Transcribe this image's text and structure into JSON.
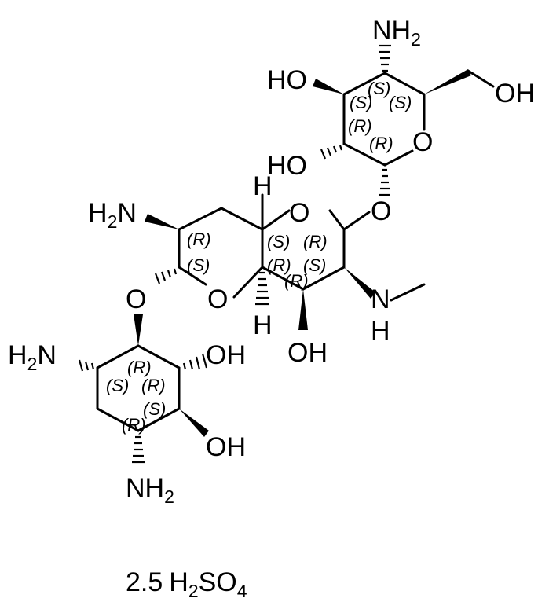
{
  "atoms": {
    "nh2_top": "NH2",
    "oh_c4": "HO",
    "oh_c6": "OH",
    "o_ring_a": "O",
    "oh_c2": "HO",
    "o_link_ab": "O",
    "h_top": "H",
    "o_ring_b": "O",
    "nh2_left": "H2N",
    "o_ring_b2": "O",
    "o_link_bc": "O",
    "h_bottom": "H",
    "nh_methyl": "N",
    "nh_h": "H",
    "oh_mid": "OH",
    "nh2_lower_left": "H2N",
    "oh_c_upper": "OH",
    "oh_c_lower": "OH",
    "nh2_bottom": "NH2"
  },
  "stereo": {
    "a1": "(S)",
    "a2": "(S)",
    "a3": "(S)",
    "a4": "(R)",
    "a5": "(R)",
    "b1": "(R)",
    "b2": "(S)",
    "b3": "(S)",
    "b4": "(R)",
    "b5": "(R)",
    "b6": "(S)",
    "b7": "(R)",
    "c1": "(R)",
    "c2": "(S)",
    "c3": "(R)",
    "c4": "(S)",
    "c5": "(R)"
  },
  "salt": {
    "coef": "2.5",
    "h": "H",
    "h_sub": "2",
    "so": "SO",
    "o_sub": "4"
  }
}
